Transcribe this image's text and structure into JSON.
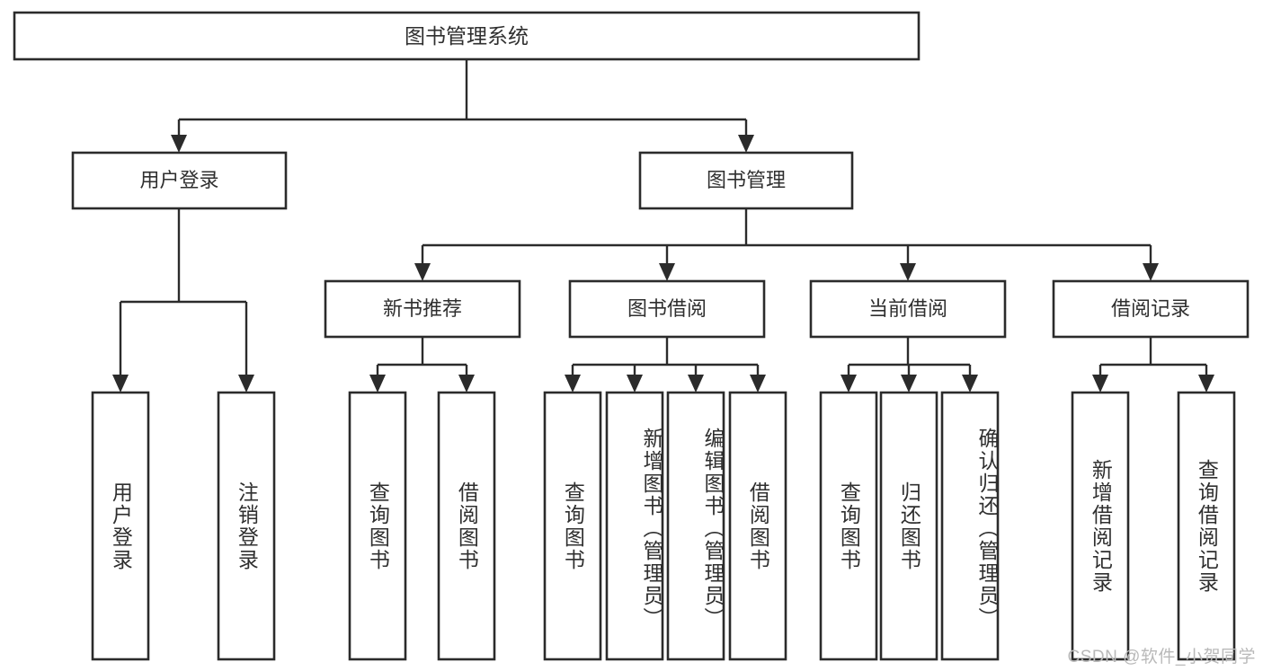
{
  "diagram": {
    "title": "图书管理系统",
    "watermark": "CSDN @软件_小贺同学",
    "colors": {
      "box_stroke": "#2b2b2b",
      "box_fill": "#ffffff",
      "text": "#2f2f2f",
      "connector": "#2b2b2b",
      "watermark": "#b9b9b9",
      "background": "#ffffff"
    },
    "levels": {
      "root": {
        "label": "图书管理系统"
      },
      "level2": [
        {
          "label": "用户登录"
        },
        {
          "label": "图书管理"
        }
      ],
      "level3": [
        {
          "label": "新书推荐"
        },
        {
          "label": "图书借阅"
        },
        {
          "label": "当前借阅"
        },
        {
          "label": "借阅记录"
        }
      ],
      "leaves": [
        {
          "label": "用户登录",
          "parent": "用户登录"
        },
        {
          "label": "注销登录",
          "parent": "用户登录"
        },
        {
          "label": "查询图书",
          "parent": "新书推荐"
        },
        {
          "label": "借阅图书",
          "parent": "新书推荐"
        },
        {
          "label": "查询图书",
          "parent": "图书借阅"
        },
        {
          "label": "新增图书（管理员）",
          "parent": "图书借阅"
        },
        {
          "label": "编辑图书（管理员）",
          "parent": "图书借阅"
        },
        {
          "label": "借阅图书",
          "parent": "图书借阅"
        },
        {
          "label": "查询图书",
          "parent": "当前借阅"
        },
        {
          "label": "归还图书",
          "parent": "当前借阅"
        },
        {
          "label": "确认归还（管理员）",
          "parent": "当前借阅"
        },
        {
          "label": "新增借阅记录",
          "parent": "借阅记录"
        },
        {
          "label": "查询借阅记录",
          "parent": "借阅记录"
        }
      ]
    }
  }
}
